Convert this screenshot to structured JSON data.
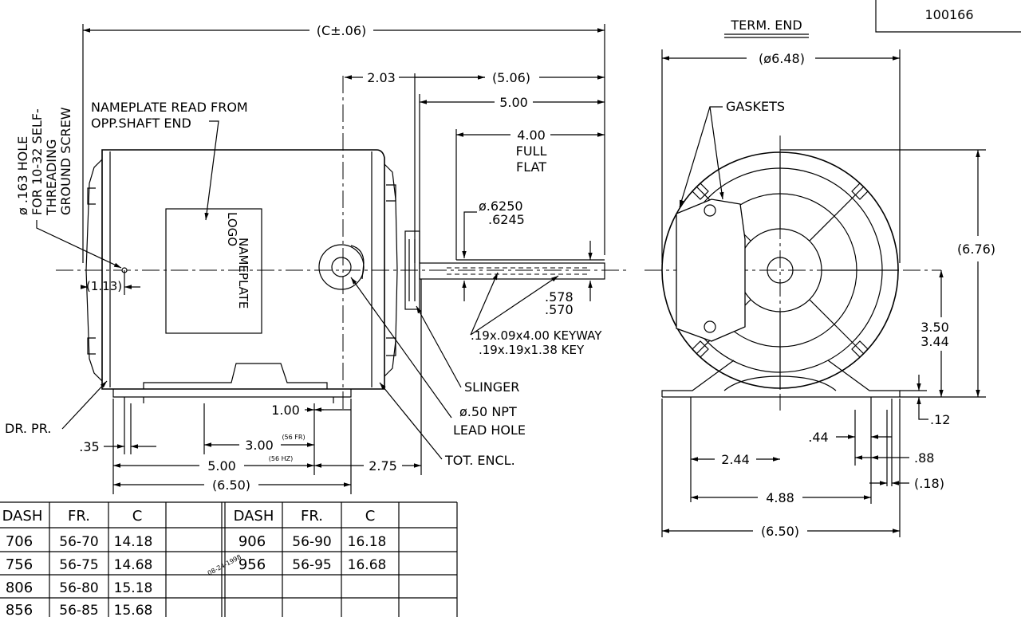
{
  "drawing_number": "100166",
  "views": {
    "end_view_title": "TERM. END"
  },
  "side_dims": {
    "c": "(C±.06)",
    "d203": "2.03",
    "d506": "(5.06)",
    "d500": "5.00",
    "d400": "4.00",
    "full": "FULL",
    "flat": "FLAT",
    "shaft_dia_max": "ø.6250",
    "shaft_dia_min": ".6245",
    "key_h_max": ".578",
    "key_h_min": ".570",
    "keyway": ".19x.09x4.00 KEYWAY",
    "key": ".19x.19x1.38 KEY",
    "d113": "(1.13)",
    "d100": "1.00",
    "d035": ".35",
    "d300": "3.00",
    "fr56": "(56 FR)",
    "hz56": "(56 HZ)",
    "d500b": "5.00",
    "d275": "2.75",
    "d650": "(6.50)"
  },
  "side_notes": {
    "nameplate_1": "NAMEPLATE READ FROM",
    "nameplate_2": "OPP.SHAFT END",
    "plate_1": "NAMEPLATE",
    "plate_2": "LOGO",
    "hole_1": "ø .163 HOLE",
    "hole_2": "FOR 10-32 SELF-",
    "hole_3": "THREADING",
    "hole_4": "GROUND SCREW",
    "slinger": "SLINGER",
    "npt_1": "ø.50 NPT",
    "npt_2": "LEAD HOLE",
    "tot_encl": "TOT. ENCL.",
    "dr_pr": "DR. PR."
  },
  "end_dims": {
    "d648": "(ø6.48)",
    "gaskets": "GASKETS",
    "d676": "(6.76)",
    "d350": "3.50",
    "d344": "3.44",
    "d012": ".12",
    "d044": ".44",
    "d088": ".88",
    "d018": "(.18)",
    "d244": "2.44",
    "d488": "4.88",
    "d650": "(6.50)"
  },
  "stamp": "08-24-1998",
  "table": {
    "headers": [
      "DASH",
      "FR.",
      "C",
      "",
      "DASH",
      "FR.",
      "C",
      ""
    ],
    "rows": [
      [
        "706",
        "56-70",
        "14.18",
        "",
        "906",
        "56-90",
        "16.18",
        ""
      ],
      [
        "756",
        "56-75",
        "14.68",
        "",
        "956",
        "56-95",
        "16.68",
        ""
      ],
      [
        "806",
        "56-80",
        "15.18",
        "",
        "",
        "",
        "",
        ""
      ],
      [
        "856",
        "56-85",
        "15.68",
        "",
        "",
        "",
        "",
        ""
      ]
    ]
  }
}
